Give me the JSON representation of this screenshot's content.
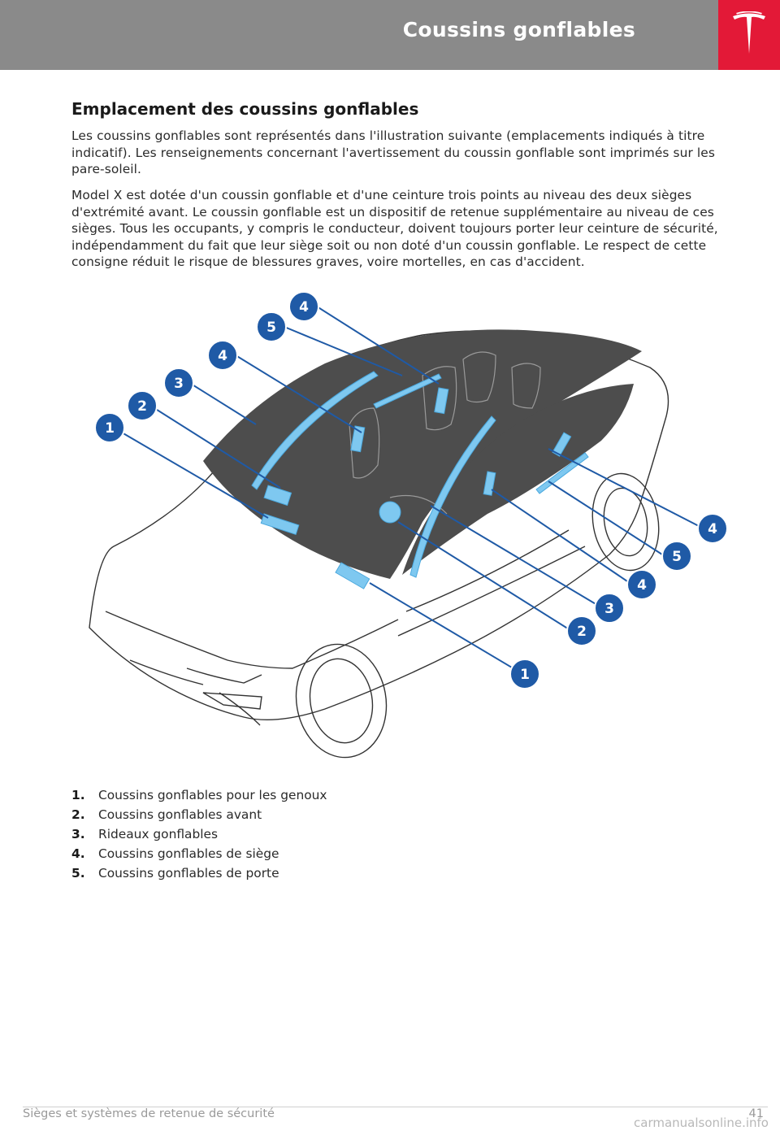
{
  "header": {
    "title": "Coussins gonflables"
  },
  "section": {
    "heading": "Emplacement des coussins gonflables",
    "paragraph1": "Les coussins gonflables sont représentés dans l'illustration suivante (emplacements indiqués à titre indicatif). Les renseignements concernant l'avertissement du coussin gonflable sont imprimés sur les pare-soleil.",
    "paragraph2": "Model X est dotée d'un coussin gonflable et d'une ceinture trois points au niveau des deux sièges d'extrémité avant. Le coussin gonflable est un dispositif de retenue supplémentaire au niveau de ces sièges. Tous les occupants, y compris le conducteur, doivent toujours porter leur ceinture de sécurité, indépendamment du fait que leur siège soit ou non doté d'un coussin gonflable. Le respect de cette consigne réduit le risque de blessures graves, voire mortelles, en cas d'accident."
  },
  "figure": {
    "callouts_left": [
      "4",
      "5",
      "4",
      "3",
      "2",
      "1"
    ],
    "callouts_right": [
      "4",
      "5",
      "4",
      "3",
      "2",
      "1"
    ],
    "colors": {
      "callout": "#1f5aa6",
      "airbag": "#7ec8f0",
      "glass": "#4d4d4d"
    }
  },
  "legend": [
    {
      "num": "1.",
      "label": "Coussins gonflables pour les genoux"
    },
    {
      "num": "2.",
      "label": "Coussins gonflables avant"
    },
    {
      "num": "3.",
      "label": "Rideaux gonflables"
    },
    {
      "num": "4.",
      "label": "Coussins gonflables de siège"
    },
    {
      "num": "5.",
      "label": "Coussins gonflables de porte"
    }
  ],
  "footer": {
    "section": "Sièges et systèmes de retenue de sécurité",
    "page": "41",
    "watermark": "carmanualsonline.info"
  },
  "colors": {
    "header_bg": "#8a8a8a",
    "brand_red": "#e31937"
  },
  "icons": {
    "logo": "tesla-logo-icon"
  }
}
